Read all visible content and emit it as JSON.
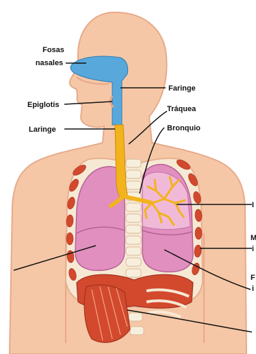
{
  "labels": {
    "fosas_1": "Fosas",
    "fosas_2": "nasales",
    "faringe": "Faringe",
    "epiglotis": "Epiglotis",
    "traquea": "Tráquea",
    "bronquio": "Bronquio",
    "laringe": "Laringe",
    "cut_1": "I",
    "cut_2a": "M",
    "cut_2b": "i",
    "cut_3a": "F",
    "cut_3b": "i"
  },
  "colors": {
    "skin": "#f5c7a6",
    "skin_outline": "#e8a98a",
    "airway_blue": "#58a8dc",
    "trachea_yellow": "#f2b31c",
    "lung_pink": "#e08fbf",
    "lung_dark": "#c56da6",
    "rib_red": "#d2492e",
    "rib_cream": "#f6e9d4",
    "spine_cream": "#f7efde"
  }
}
